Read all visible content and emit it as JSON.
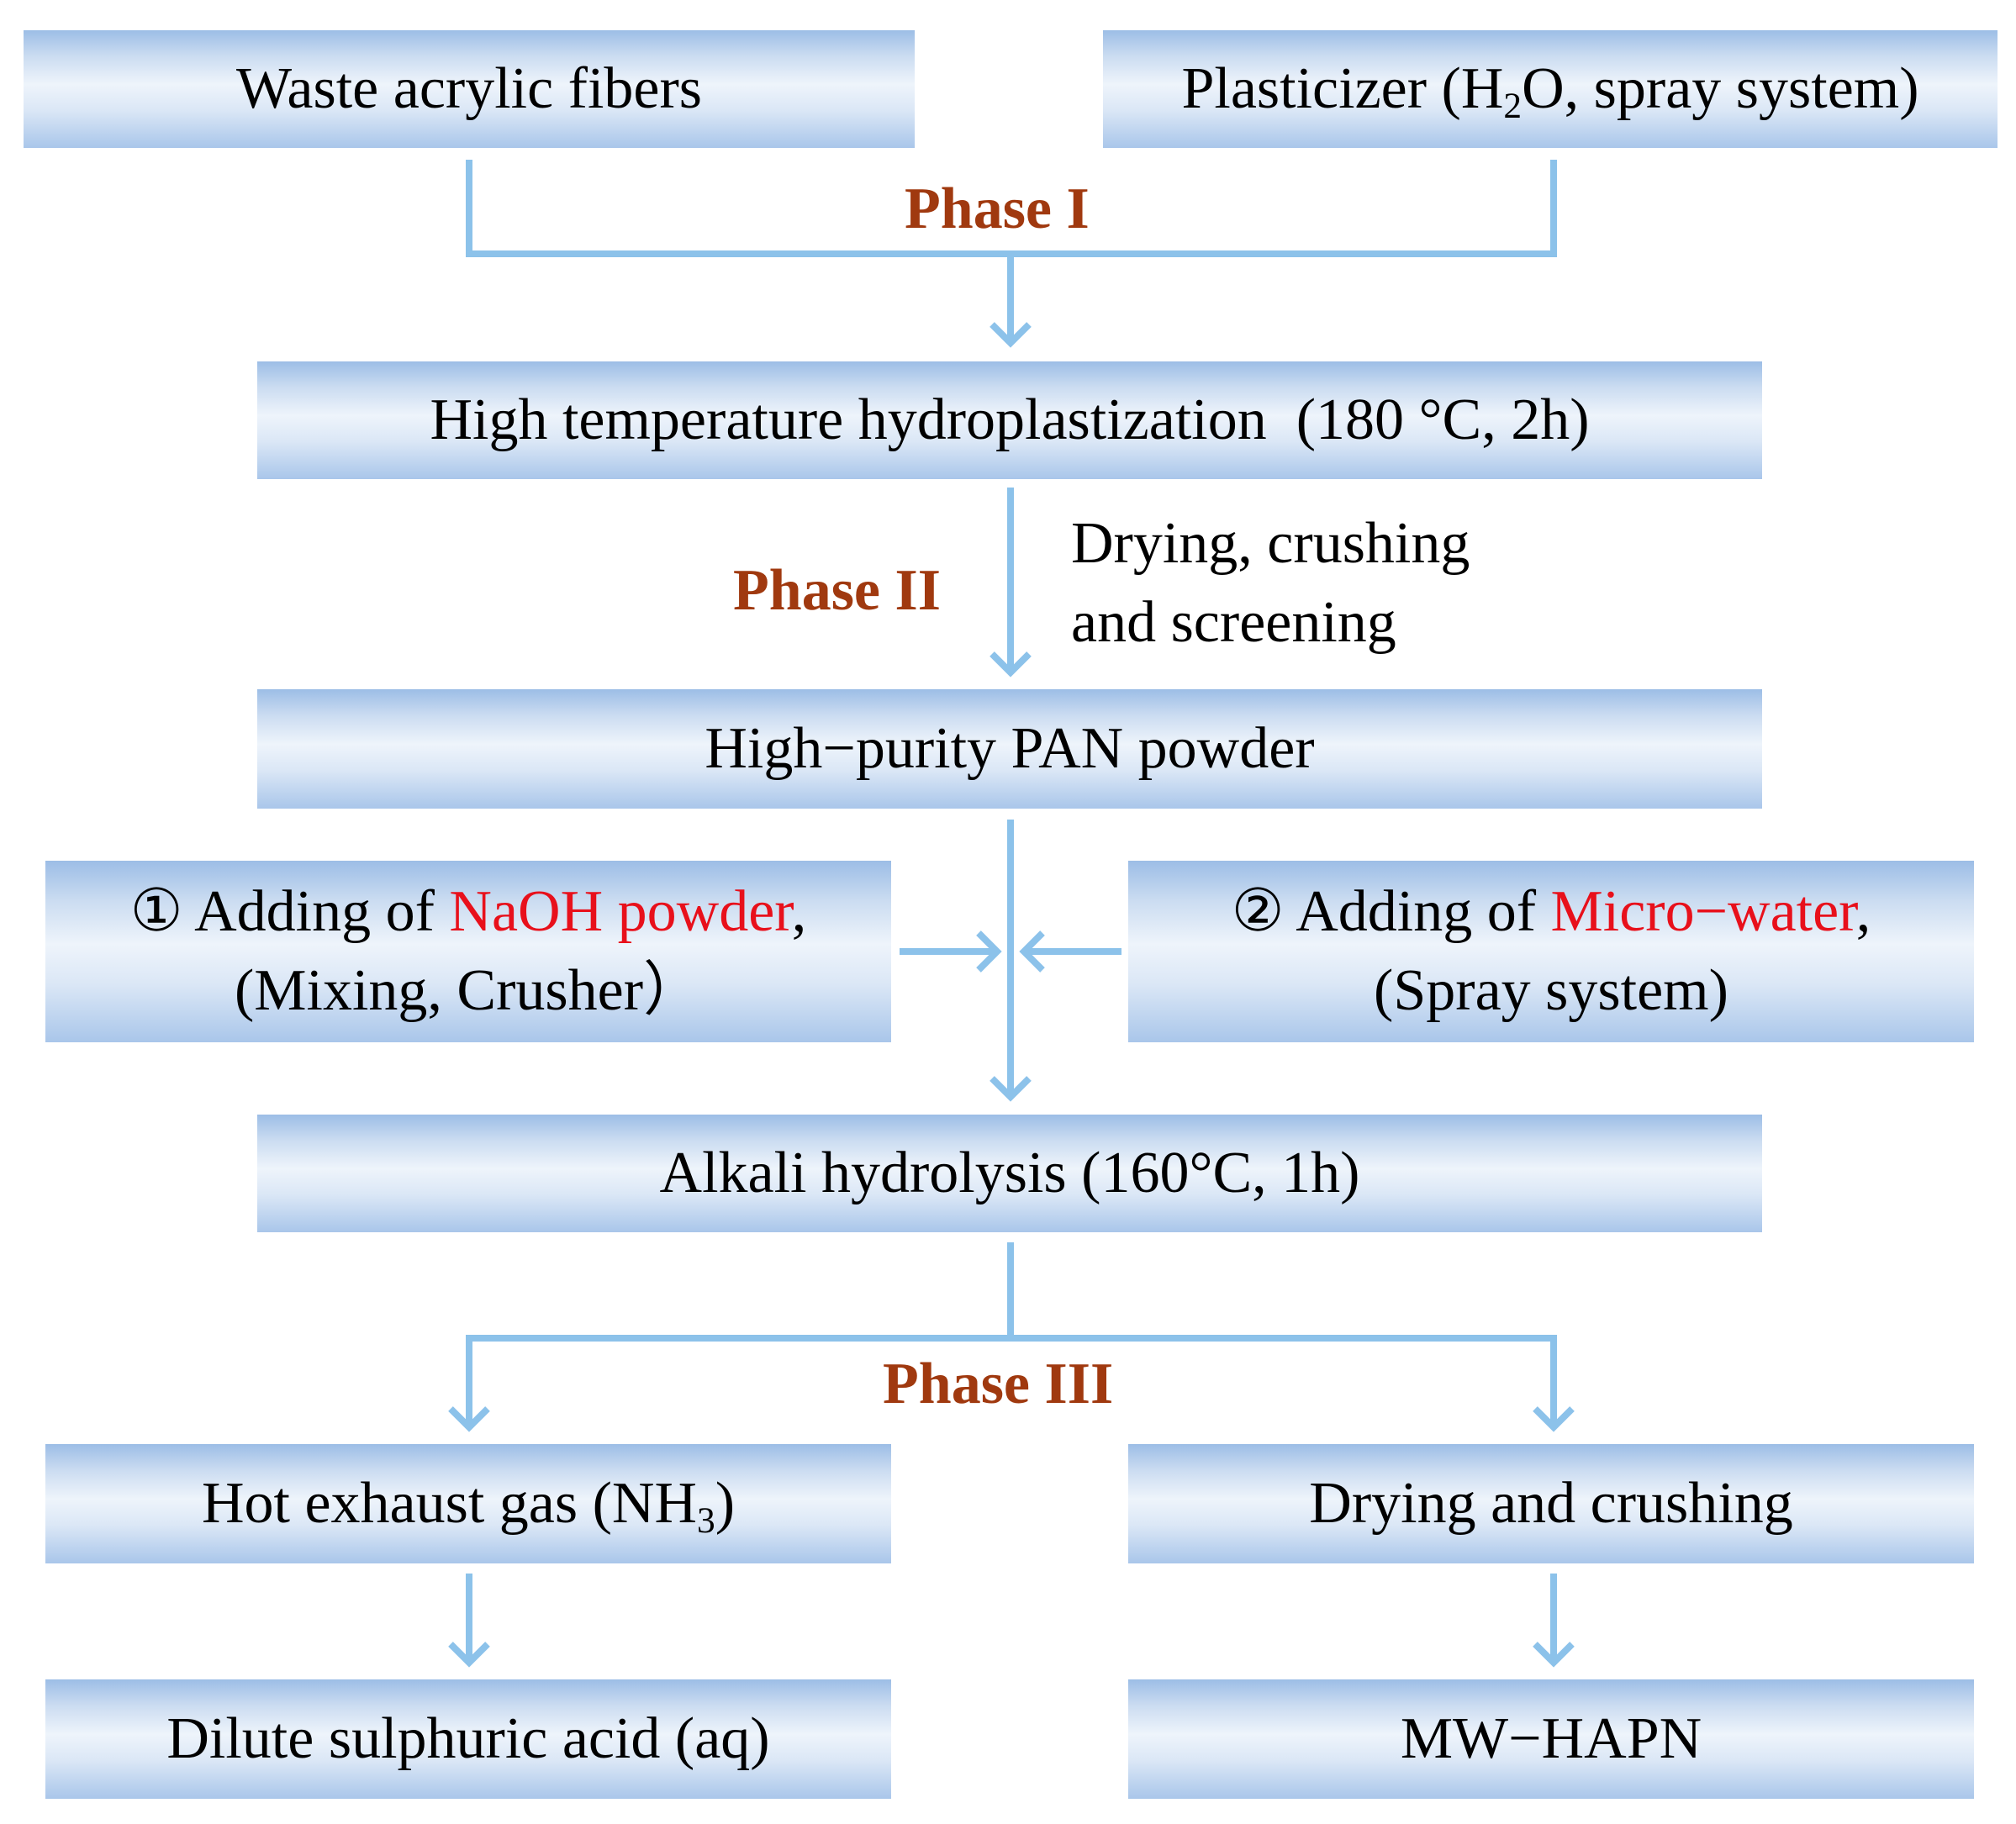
{
  "boxes": {
    "waste_fibers": "Waste acrylic fibers",
    "plasticizer": {
      "pre": "Plasticizer (H",
      "sub": "2",
      "post": "O, spray system)"
    },
    "hydroplastization": "High temperature hydroplastization  (180 °C, 2h)",
    "pan_powder": "High−purity PAN powder",
    "add_naoh": {
      "pre": "① Adding of ",
      "highlight": "NaOH powder",
      "post": ",",
      "line2": "(Mixing, Crusher）"
    },
    "add_water": {
      "pre": "② Adding of ",
      "highlight": "Micro−water",
      "post": ",",
      "line2": "(Spray system)"
    },
    "alkali_hydrolysis": "Alkali hydrolysis (160°C, 1h)",
    "exhaust_gas": {
      "pre": "Hot exhaust gas (NH",
      "sub": "3",
      "post": ")"
    },
    "drying_crushing": "Drying and crushing",
    "sulphuric_acid": "Dilute sulphuric acid (aq)",
    "product": "MW−HAPN"
  },
  "phases": {
    "phase1": "Phase I",
    "phase2": "Phase II",
    "phase3": "Phase III"
  },
  "notes": {
    "drying_line1": "Drying, crushing",
    "drying_line2": "and screening"
  },
  "colors": {
    "arrow": "#8cc2ea",
    "phase_text": "#a0390f",
    "highlight_text": "#e8101b"
  }
}
